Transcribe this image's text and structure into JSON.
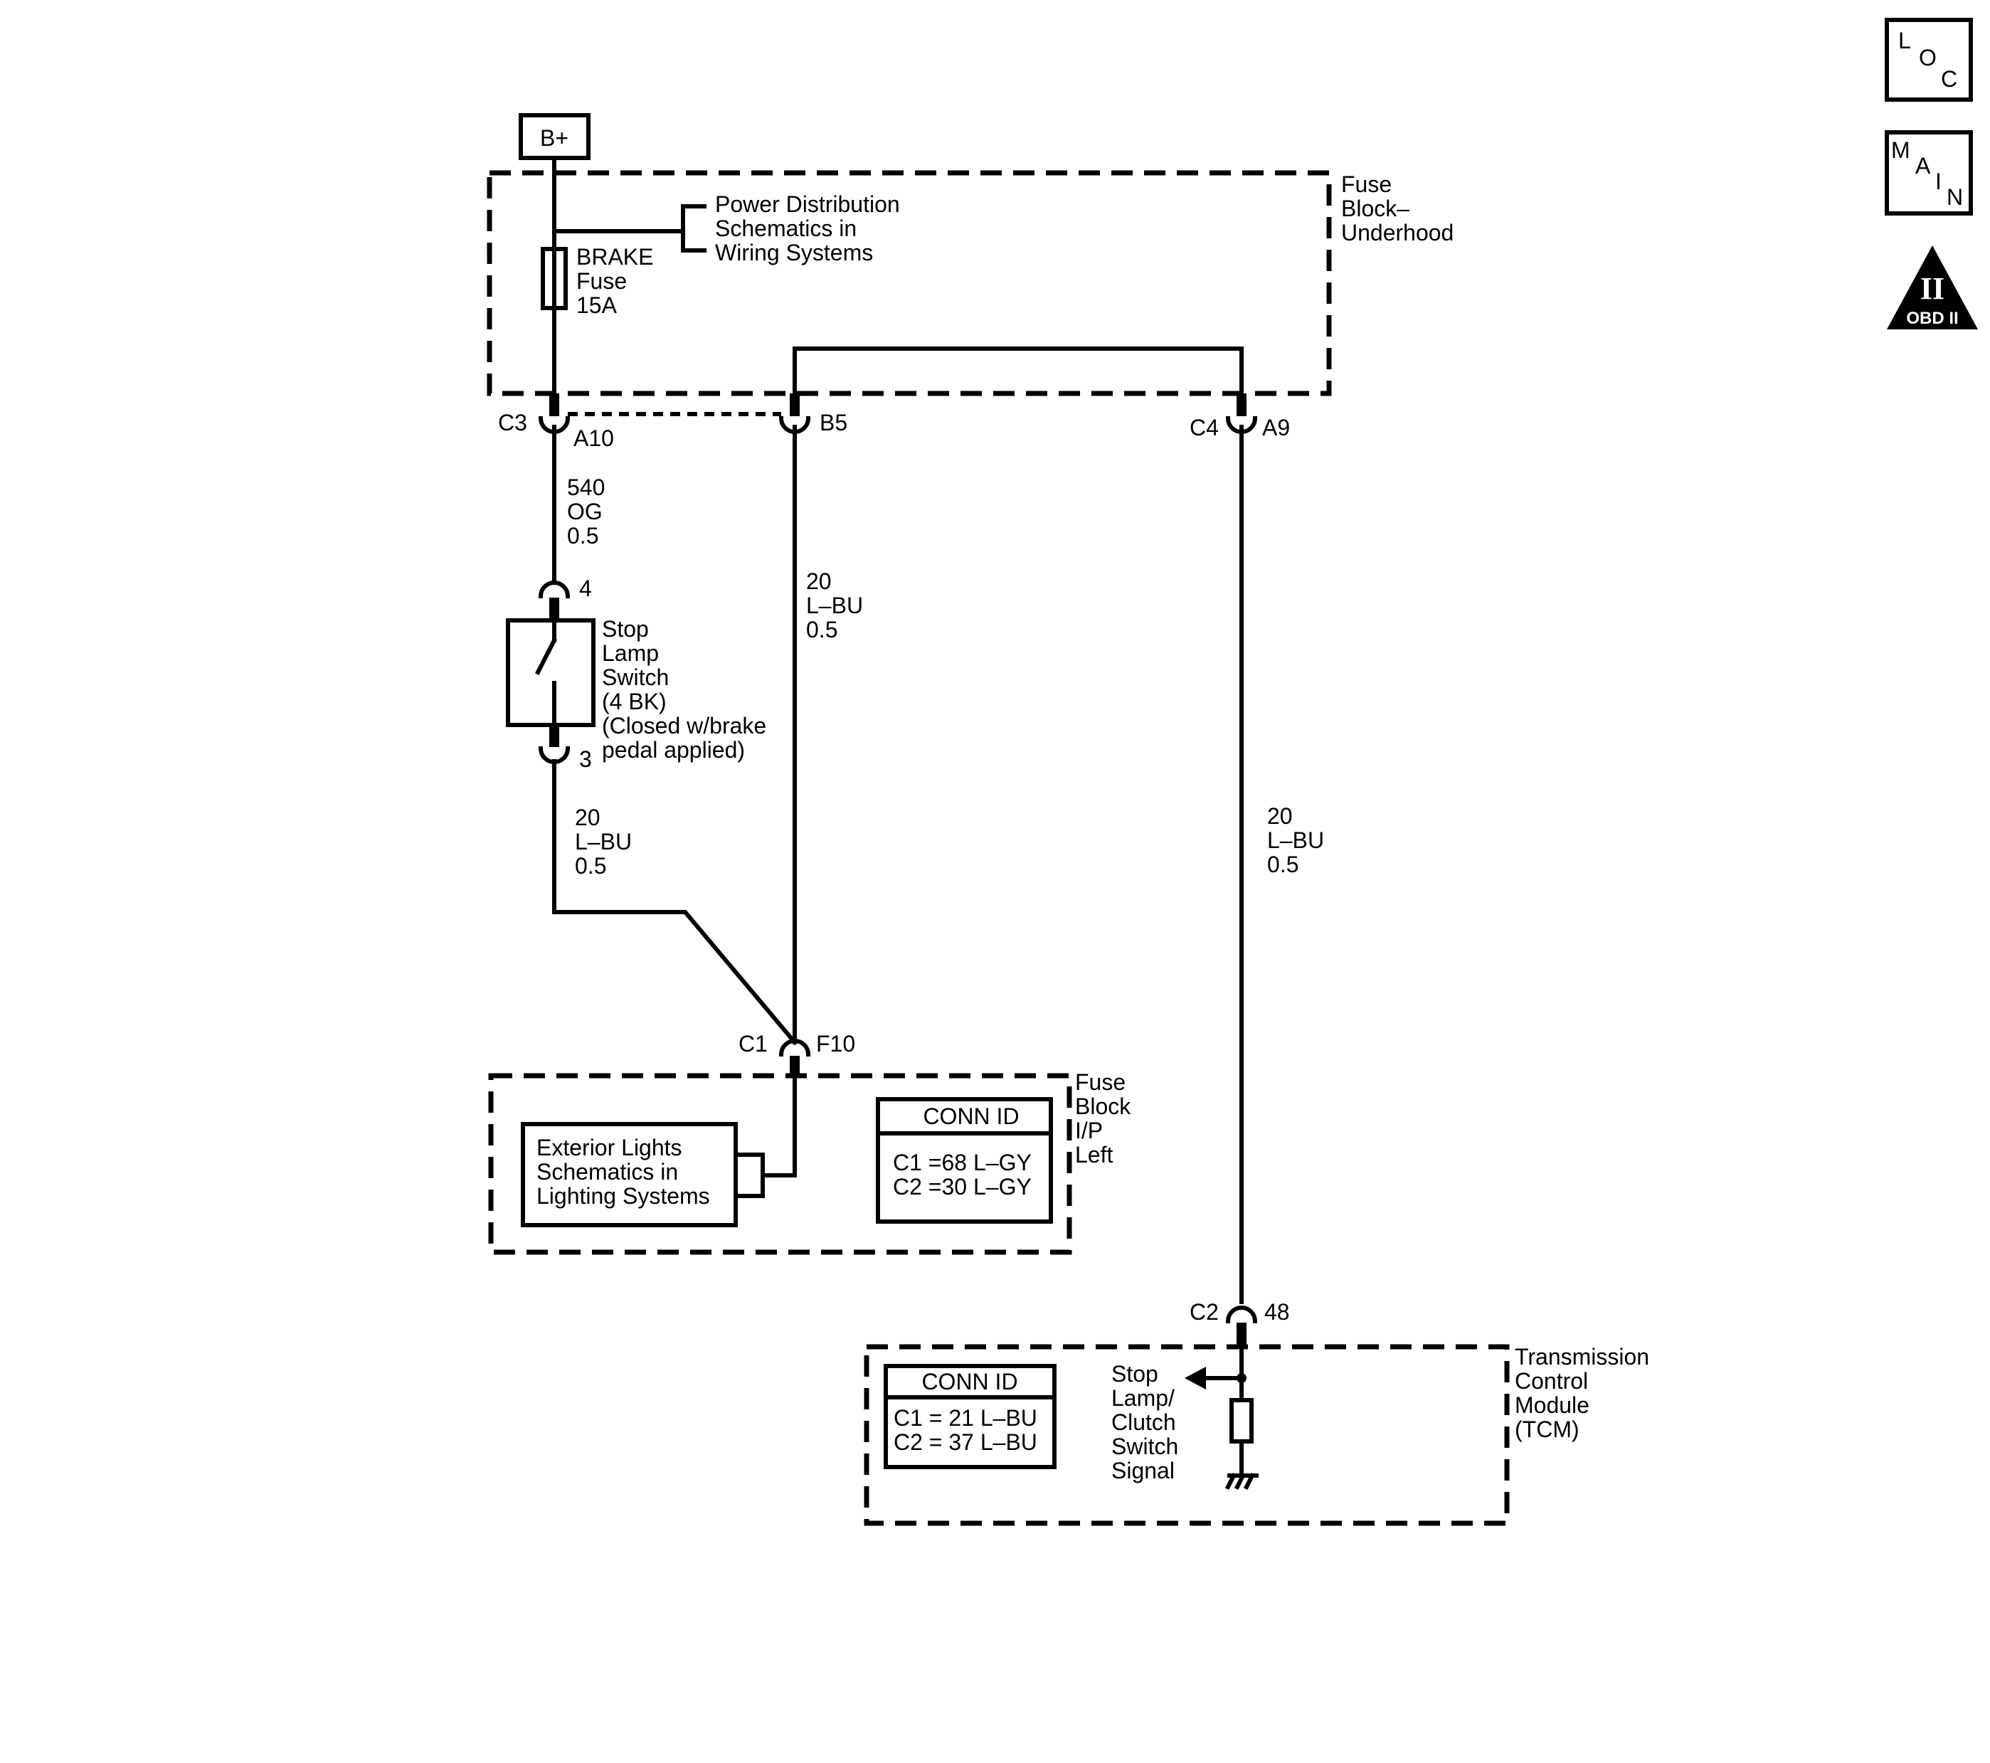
{
  "power": {
    "source": "B+"
  },
  "fuse_block_underhood": {
    "title": [
      "Fuse",
      "Block–",
      "Underhood"
    ],
    "brake_fuse": [
      "BRAKE",
      "Fuse",
      "15A"
    ],
    "power_dist_ref": [
      "Power Distribution",
      "Schematics in",
      "Wiring Systems"
    ]
  },
  "connectors": {
    "c3": "C3",
    "a10": "A10",
    "b5": "B5",
    "c4": "C4",
    "a9": "A9",
    "c1": "C1",
    "f10": "F10",
    "c2": "C2",
    "p48": "48",
    "pin4": "4",
    "pin3": "3"
  },
  "wires": {
    "w540": [
      "540",
      "OG",
      "0.5"
    ],
    "w20_switch": [
      "20",
      "L–BU",
      "0.5"
    ],
    "w20_b5": [
      "20",
      "L–BU",
      "0.5"
    ],
    "w20_a9": [
      "20",
      "L–BU",
      "0.5"
    ]
  },
  "stop_lamp_switch": {
    "label": [
      "Stop",
      "Lamp",
      "Switch",
      "(4 BK)",
      "(Closed w/brake",
      "pedal applied)"
    ]
  },
  "fuse_block_ip": {
    "title": [
      "Fuse",
      "Block",
      "I/P",
      "Left"
    ],
    "ext_lights_ref": [
      "Exterior Lights",
      "Schematics in",
      "Lighting Systems"
    ],
    "conn_id": {
      "header": "CONN ID",
      "lines": [
        "C1 =68 L–GY",
        "C2 =30 L–GY"
      ]
    }
  },
  "tcm": {
    "title": [
      "Transmission",
      "Control",
      "Module",
      "(TCM)"
    ],
    "signal_label": [
      "Stop",
      "Lamp/",
      "Clutch",
      "Switch",
      "Signal"
    ],
    "conn_id": {
      "header": "CONN ID",
      "lines": [
        "C1 = 21 L–BU",
        "C2 = 37 L–BU"
      ]
    }
  },
  "nav_icons": {
    "loc": [
      "L",
      "O",
      "C"
    ],
    "main": [
      "M",
      "A",
      "I",
      "N"
    ],
    "obd": {
      "numeral": "II",
      "text": "OBD II"
    }
  }
}
